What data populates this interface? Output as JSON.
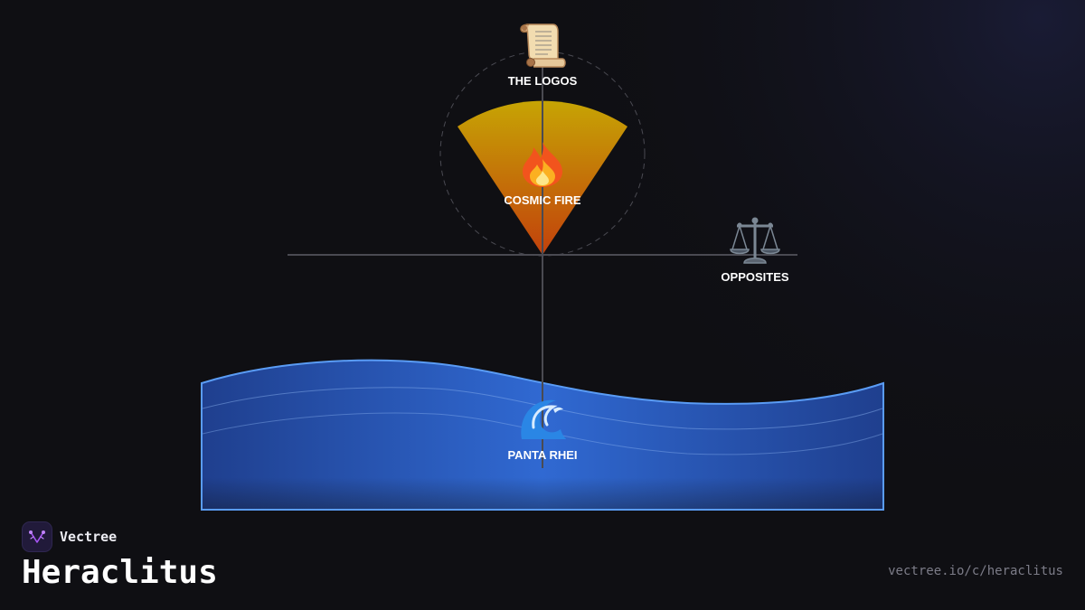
{
  "brand": {
    "name": "Vectree",
    "logo_icon": "vectree-tree-icon",
    "accent": "#a855f7"
  },
  "page": {
    "title": "Heraclitus",
    "url": "vectree.io/c/heraclitus"
  },
  "diagram": {
    "nodes": {
      "logos": {
        "label": "THE LOGOS",
        "icon": "scroll-icon"
      },
      "fire": {
        "label": "COSMIC FIRE",
        "icon": "fire-icon",
        "color_top": "#c6a404",
        "color_bottom": "#c2410c"
      },
      "opposites": {
        "label": "OPPOSITES",
        "icon": "balance-scale-icon"
      },
      "river": {
        "label": "PANTA RHEI",
        "icon": "wave-icon",
        "color": "#2f63cc",
        "edge_color": "#5a9cf5"
      }
    }
  }
}
